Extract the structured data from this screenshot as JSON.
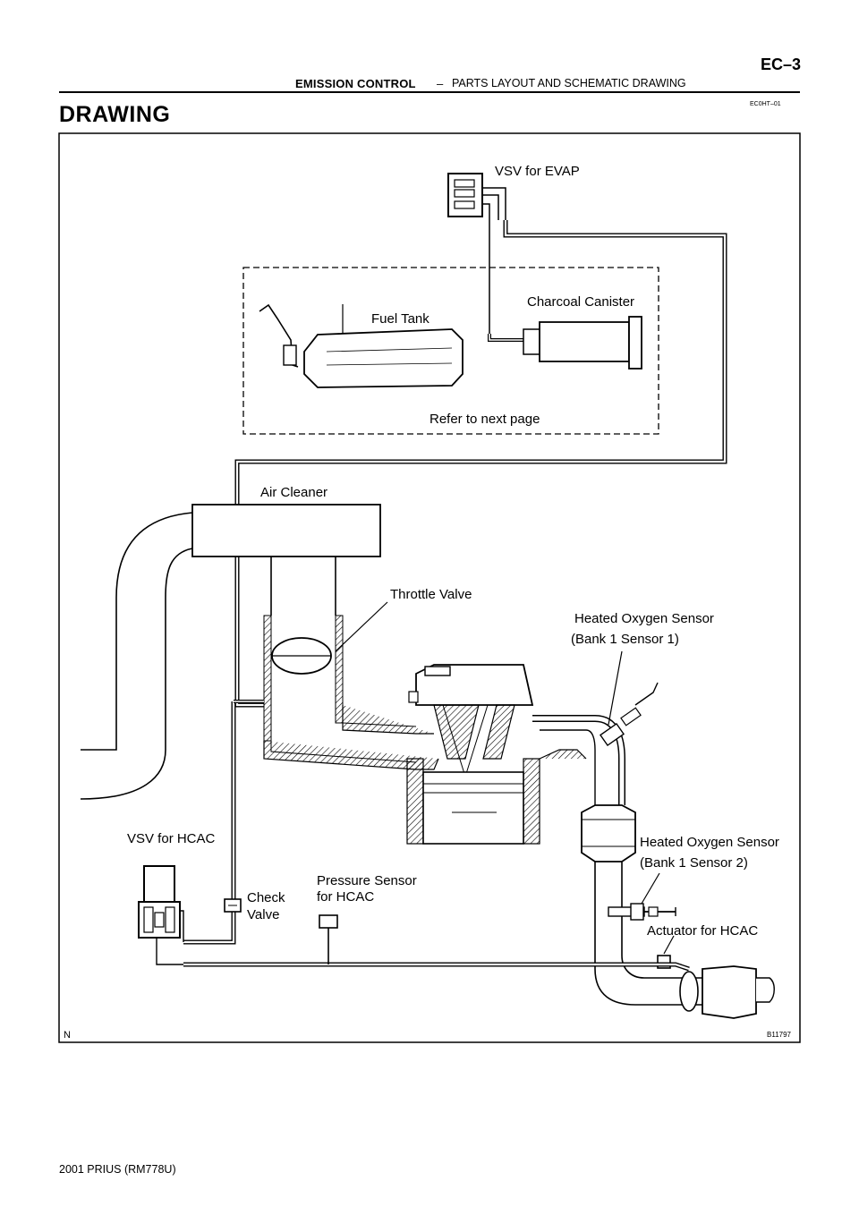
{
  "header": {
    "section": "EMISSION CONTROL",
    "separator": "–",
    "subsection": "PARTS LAYOUT AND SCHEMATIC DRAWING",
    "page_number": "EC–3",
    "doc_code": "EC0HT–01"
  },
  "title": "DRAWING",
  "figure": {
    "code": "B11797",
    "corner_mark": "N",
    "labels": {
      "vsv_evap": "VSV for EVAP",
      "charcoal_canister": "Charcoal Canister",
      "fuel_tank": "Fuel Tank",
      "refer_next": "Refer to next page",
      "air_cleaner": "Air Cleaner",
      "throttle_valve": "Throttle Valve",
      "ho2s_1_line1": "Heated Oxygen Sensor",
      "ho2s_1_line2": "(Bank 1 Sensor 1)",
      "vsv_hcac": "VSV for HCAC",
      "ho2s_2_line1": "Heated Oxygen Sensor",
      "ho2s_2_line2": "(Bank 1 Sensor 2)",
      "pressure_line1": "Pressure Sensor",
      "pressure_line2": "for HCAC",
      "check_line1": "Check",
      "check_line2": "Valve",
      "actuator_hcac": "Actuator for HCAC"
    }
  },
  "footer": "2001 PRIUS   (RM778U)"
}
